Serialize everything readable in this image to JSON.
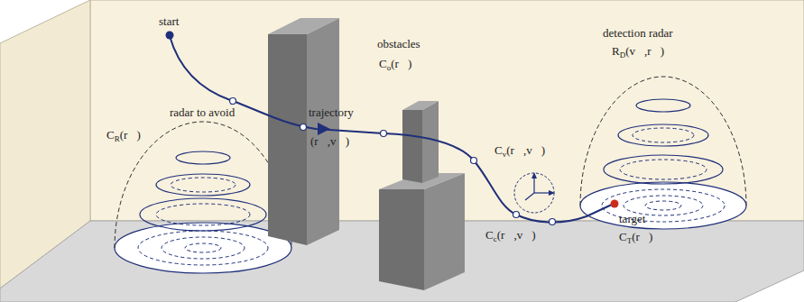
{
  "diagram": {
    "labels": [
      "start",
      "radar to avoid",
      "CR(r⃗)",
      "trajectory",
      "(r⃗,v⃗)",
      "obstacles",
      "Co(r⃗)",
      "detection radar",
      "RD(v⃗,r⃗)",
      "Cv(r⃗,v⃗)",
      "target",
      "CT(r⃗)",
      "Cc(r⃗,v⃗)"
    ]
  }
}
